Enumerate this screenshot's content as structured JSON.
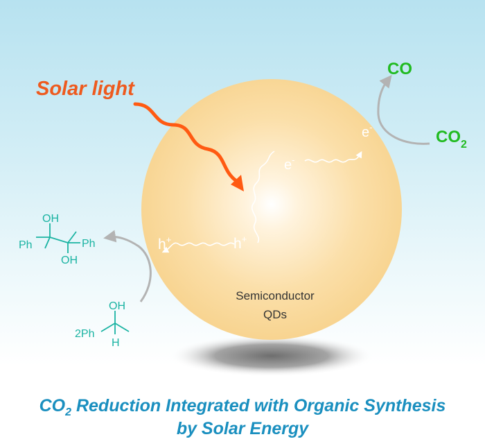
{
  "solar_label": "Solar light",
  "qd_label_line1": "Semiconductor",
  "qd_label_line2": "QDs",
  "electron": "e",
  "electron_sup": "-",
  "hole": "h",
  "hole_sup": "+",
  "co_label": "CO",
  "co2_label": "CO",
  "co2_sub": "2",
  "product": {
    "oh_top": "OH",
    "ph_left": "Ph",
    "ph_right": "Ph",
    "oh_bottom": "OH"
  },
  "reactant": {
    "oh": "OH",
    "coef_ph": "2Ph",
    "h": "H"
  },
  "caption": {
    "co": "CO",
    "sub": "2",
    "line1_rest": " Reduction Integrated with Organic Synthesis",
    "line2": "by Solar Energy"
  },
  "colors": {
    "sphere": "#f9d89a",
    "solar_text": "#ee5a1e",
    "solar_arrow": "#ff5a12",
    "co_green": "#22bb22",
    "molecule_teal": "#1ab3a2",
    "caption_blue": "#1a8fbf",
    "gray_arrow": "#b3b3b3"
  }
}
